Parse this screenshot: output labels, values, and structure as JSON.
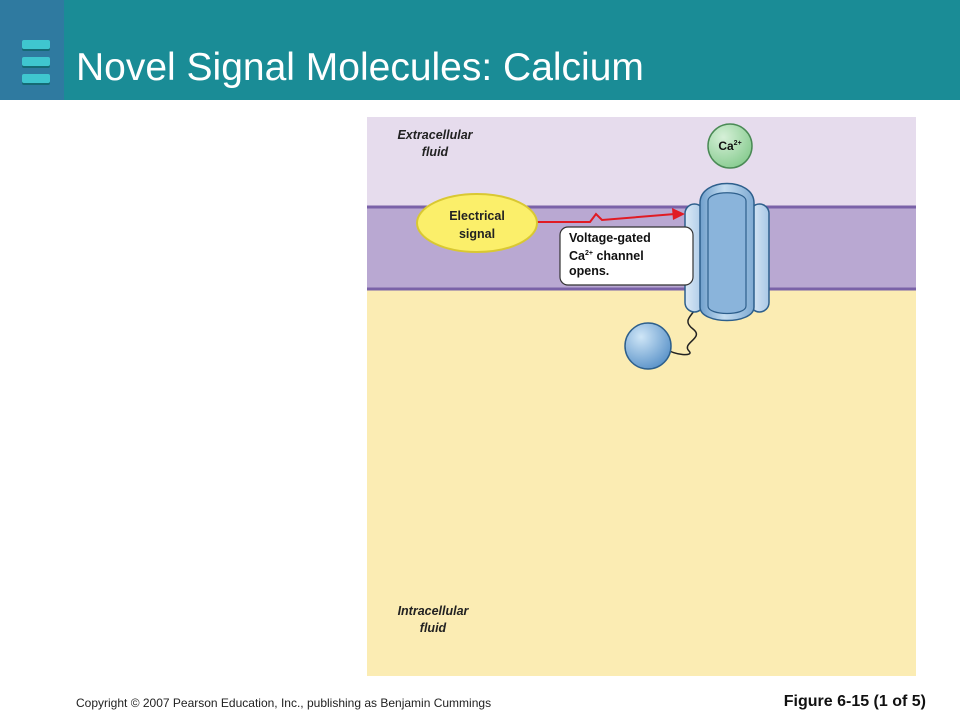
{
  "slide": {
    "title": "Novel Signal Molecules: Calcium"
  },
  "diagram": {
    "extracellular_line1": "Extracellular",
    "extracellular_line2": "fluid",
    "intracellular_line1": "Intracellular",
    "intracellular_line2": "fluid",
    "ion_label": "Ca",
    "ion_charge": "2+",
    "signal_line1": "Electrical",
    "signal_line2": "signal",
    "callout_line1": "Voltage-gated",
    "callout_line2_prefix": "Ca",
    "callout_line2_charge": "2+",
    "callout_line2_suffix": " channel",
    "callout_line3": "opens."
  },
  "footer": {
    "copyright": "Copyright © 2007 Pearson Education, Inc., publishing as Benjamin Cummings",
    "figure": "Figure 6-15 (1 of 5)"
  },
  "colors": {
    "header": "#1a8c96",
    "extracellular": "#e6dced",
    "membrane": "#b9a8d2",
    "cytoplasm": "#fbecb3",
    "signal_bubble": "#fbef6a",
    "arrow": "#e01b24",
    "ion": "#a8dcae",
    "channel": "#8fb9dd"
  }
}
